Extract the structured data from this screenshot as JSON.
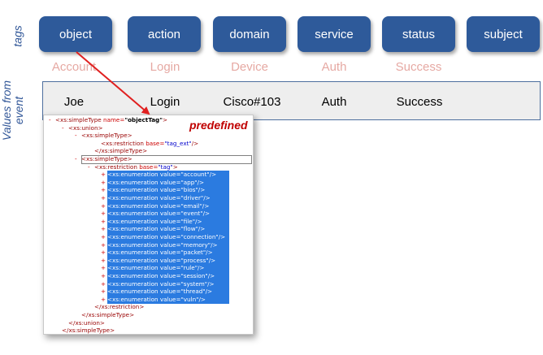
{
  "side_labels": {
    "tags": "tags",
    "values_line1": "Values from",
    "values_line2": "event"
  },
  "tags": [
    "object",
    "action",
    "domain",
    "service",
    "status",
    "subject"
  ],
  "categories": [
    "Account",
    "Login",
    "Device",
    "Auth",
    "Success"
  ],
  "values": [
    "Joe",
    "Login",
    "Cisco#103",
    "Auth",
    "Success"
  ],
  "predefined_label": "predefined",
  "arrow_color": "#e02020",
  "tag_color": "#2e5a9a",
  "xml": {
    "l1_tag": "xs:simpleType",
    "l1_attr": "name",
    "l1_val": "\"objectTag\"",
    "l2": "<xs:union>",
    "l3": "<xs:simpleType>",
    "l4_tag": "xs:restriction",
    "l4_attr": "base",
    "l4_val": "\"tag_ext\"",
    "l5": "</xs:simpleType>",
    "l6": "<xs:simpleType>",
    "l7_tag": "xs:restriction",
    "l7_attr": "base",
    "l7_val": "\"tag\"",
    "enum_tag": "xs:enumeration",
    "enum_attr": "value",
    "enums": [
      "\"account\"",
      "\"app\"",
      "\"bios\"",
      "\"driver\"",
      "\"email\"",
      "\"event\"",
      "\"file\"",
      "\"flow\"",
      "\"connection\"",
      "\"memory\"",
      "\"packet\"",
      "\"process\"",
      "\"rule\"",
      "\"session\"",
      "\"system\"",
      "\"thread\"",
      "\"vuln\""
    ],
    "c1": "</xs:restriction>",
    "c2": "</xs:simpleType>",
    "c3": "</xs:union>",
    "c4": "</xs:simpleType>"
  }
}
